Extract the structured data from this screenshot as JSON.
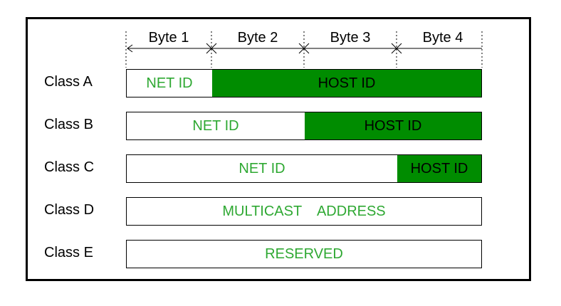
{
  "bytes": [
    "Byte 1",
    "Byte 2",
    "Byte 3",
    "Byte 4"
  ],
  "classes": [
    {
      "label": "Class A",
      "net": "NET ID",
      "host": "HOST ID",
      "net_bytes": 1
    },
    {
      "label": "Class B",
      "net": "NET ID",
      "host": "HOST ID",
      "net_bytes": 2
    },
    {
      "label": "Class C",
      "net": "NET ID",
      "host": "HOST ID",
      "net_bytes": 3
    },
    {
      "label": "Class D",
      "full": "MULTICAST    ADDRESS"
    },
    {
      "label": "Class E",
      "full": "RESERVED"
    }
  ],
  "colors": {
    "host_fill": "#008c00",
    "net_text": "#2ea832",
    "host_text": "#000000"
  }
}
